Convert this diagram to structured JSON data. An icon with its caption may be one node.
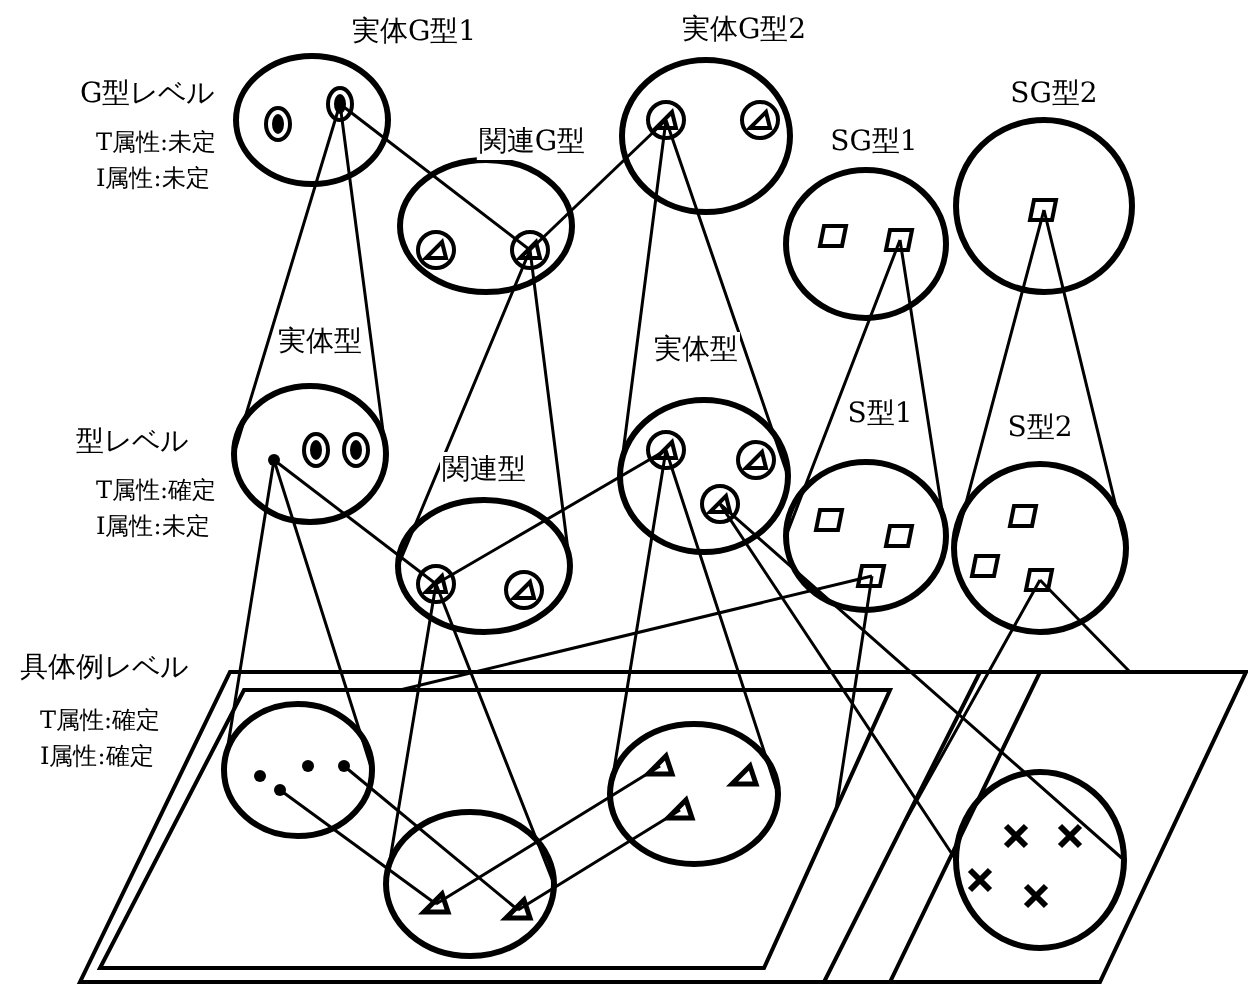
{
  "diagram": {
    "nodes": [
      {
        "text": [
          "実体G型1"
        ]
      },
      {
        "text": [
          "関連G型"
        ]
      },
      {
        "text": [
          "実体G型2"
        ]
      },
      {
        "text": [
          "SG型1"
        ]
      },
      {
        "text": [
          "SG型2"
        ]
      },
      {
        "text": [
          "実体型"
        ]
      },
      {
        "text": [
          "関連型"
        ]
      },
      {
        "text": [
          "実体型"
        ]
      },
      {
        "text": [
          "S型1"
        ]
      },
      {
        "text": [
          "S型2"
        ]
      },
      {
        "text": [],
        "shape": "parallelogram"
      },
      {
        "text": [],
        "shape": "parallelogram"
      },
      {
        "text": [],
        "shape": "circle",
        "in": 10
      },
      {
        "text": [],
        "shape": "circle",
        "in": 10
      },
      {
        "text": [],
        "shape": "circle",
        "in": 10
      },
      {
        "text": [],
        "shape": "circle",
        "in": 11
      }
    ],
    "edges": [
      {
        "from": 0,
        "to": 5,
        "arrow": "none"
      },
      {
        "from": 0,
        "to": 1,
        "arrow": "none"
      },
      {
        "from": 1,
        "to": 2,
        "arrow": "none"
      },
      {
        "from": 1,
        "to": 6,
        "arrow": "none"
      },
      {
        "from": 2,
        "to": 7,
        "arrow": "none"
      },
      {
        "from": 3,
        "to": 8,
        "arrow": "none"
      },
      {
        "from": 4,
        "to": 9,
        "arrow": "none"
      },
      {
        "from": 5,
        "to": 6,
        "arrow": "none"
      },
      {
        "from": 6,
        "to": 7,
        "arrow": "none"
      },
      {
        "from": 5,
        "to": 12,
        "arrow": "none"
      },
      {
        "from": 6,
        "to": 13,
        "arrow": "none"
      },
      {
        "from": 7,
        "to": 14,
        "arrow": "none"
      },
      {
        "from": 7,
        "to": 15,
        "arrow": "none"
      },
      {
        "from": 8,
        "to": 10,
        "arrow": "none"
      },
      {
        "from": 9,
        "to": 11,
        "arrow": "none"
      },
      {
        "from": 12,
        "to": 13,
        "arrow": "none"
      },
      {
        "from": 12,
        "to": 13,
        "arrow": "none"
      },
      {
        "from": 14,
        "to": 13,
        "arrow": "none"
      },
      {
        "from": 14,
        "to": 13,
        "arrow": "none"
      }
    ],
    "labels": [
      "G型レベル",
      "T属性:未定",
      "I属性:未定",
      "型レベル",
      "T属性:確定",
      "I属性:未定",
      "具体例レベル",
      "T属性:確定",
      "I属性:確定"
    ]
  }
}
